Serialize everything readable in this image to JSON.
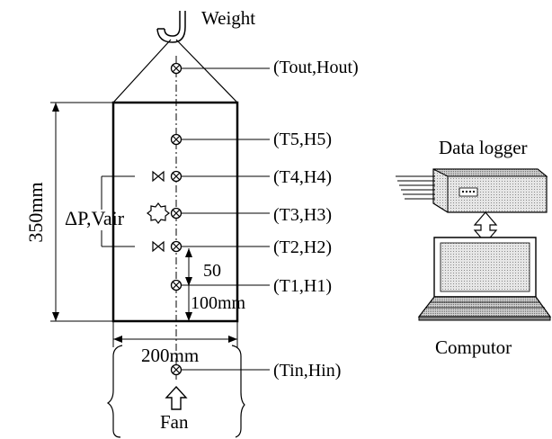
{
  "labels": {
    "weight": "Weight",
    "outlet_sensor": "(Tout,Hout)",
    "t5": "(T5,H5)",
    "t4": "(T4,H4)",
    "t3": "(T3,H3)",
    "t2": "(T2,H2)",
    "t1": "(T1,H1)",
    "inlet_sensor": "(Tin,Hin)",
    "pressure_air": "ΔP,Vair",
    "height": "350mm",
    "spacing": "50",
    "bottom_offset": "100mm",
    "width": "200mm",
    "fan": "Fan",
    "data_logger": "Data logger",
    "computer": "Computor"
  }
}
